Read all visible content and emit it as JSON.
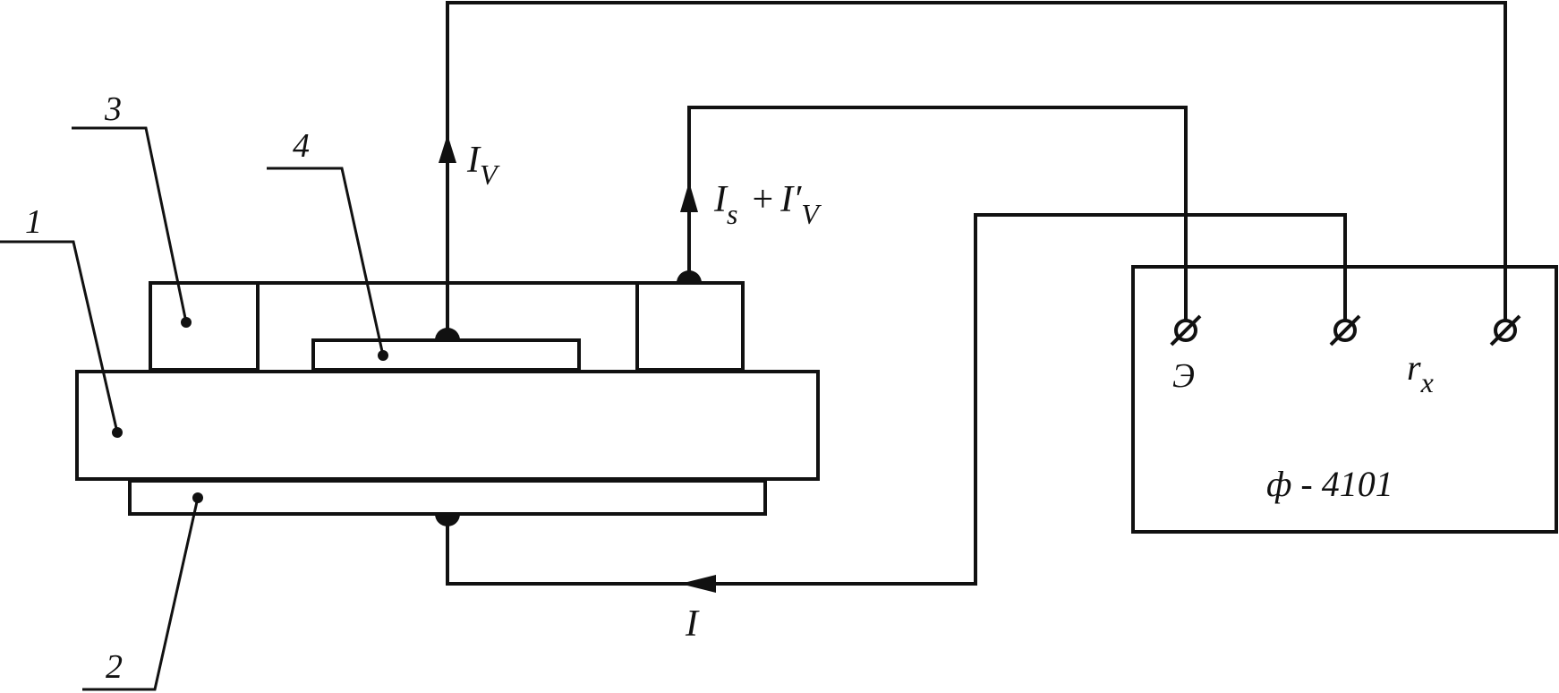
{
  "callouts": {
    "one": "1",
    "two": "2",
    "three": "3",
    "four": "4"
  },
  "currents": {
    "i_v": {
      "main": "I",
      "sub": "V"
    },
    "i_s_plus": {
      "main": "I",
      "sub": "s",
      "plus": "+",
      "main2": "I′",
      "sub2": "V"
    },
    "i": "I"
  },
  "meter": {
    "terminal_e": "Э",
    "terminal_rx": {
      "main": "r",
      "sub": "x"
    },
    "model": "ф - 4101"
  },
  "colors": {
    "ink": "#111111",
    "background": "#ffffff"
  }
}
